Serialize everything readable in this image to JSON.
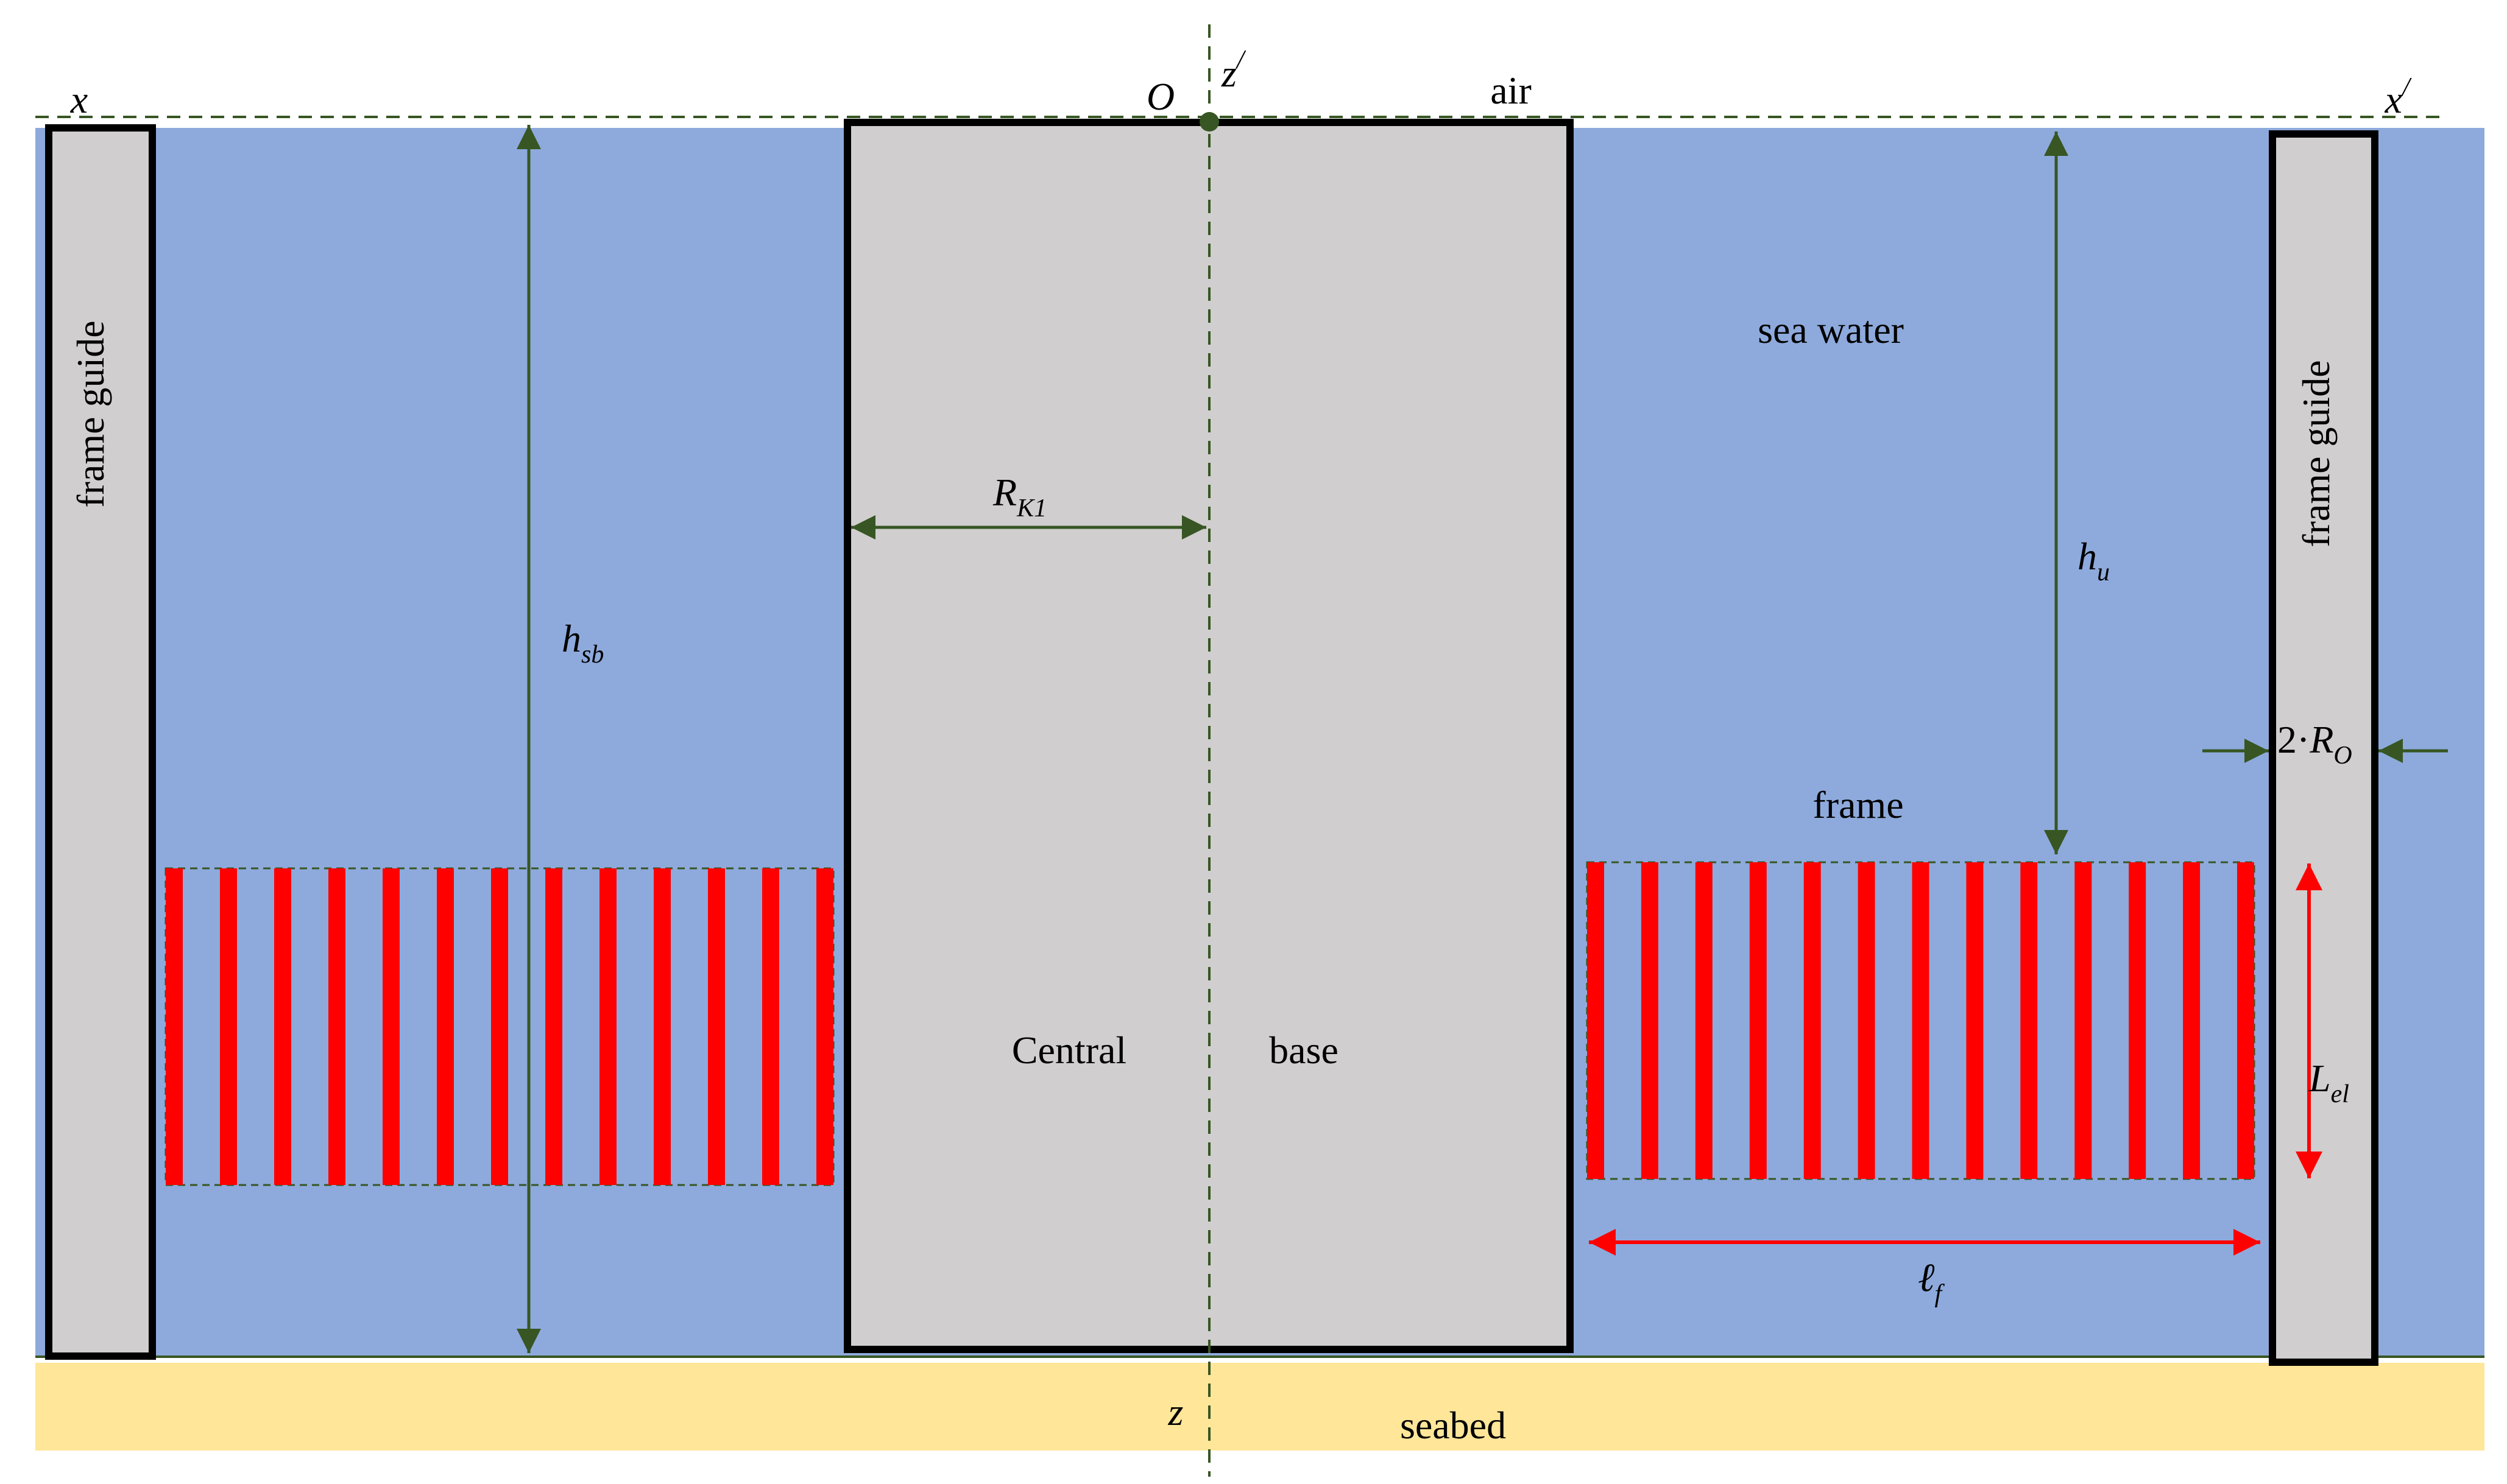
{
  "labels": {
    "axis_x": "x",
    "axis_x_prime": "x",
    "prime": "/",
    "origin": "O",
    "axis_z_prime": "z",
    "axis_z": "z",
    "air": "air",
    "sea_water": "sea water",
    "seabed": "seabed",
    "frame_guide_left": "frame guide",
    "frame_guide_right": "frame guide",
    "frame": "frame",
    "central": "Central",
    "base": "base",
    "r_k1_main": "R",
    "r_k1_sub": "K1",
    "h_sb_main": "h",
    "h_sb_sub": "sb",
    "h_u_main": "h",
    "h_u_sub": "u",
    "two_ro_prefix": "2·",
    "two_ro_main": "R",
    "two_ro_sub": "O",
    "l_el_main": "L",
    "l_el_sub": "el",
    "l_f_main": "ℓ",
    "l_f_sub": "f"
  },
  "colors": {
    "sea_water": "#8eaadc",
    "seabed": "#ffe699",
    "structure": "#d0cece",
    "frame_bar": "#ff0000",
    "dimension_green": "#375623",
    "dimension_red": "#ff0000"
  }
}
